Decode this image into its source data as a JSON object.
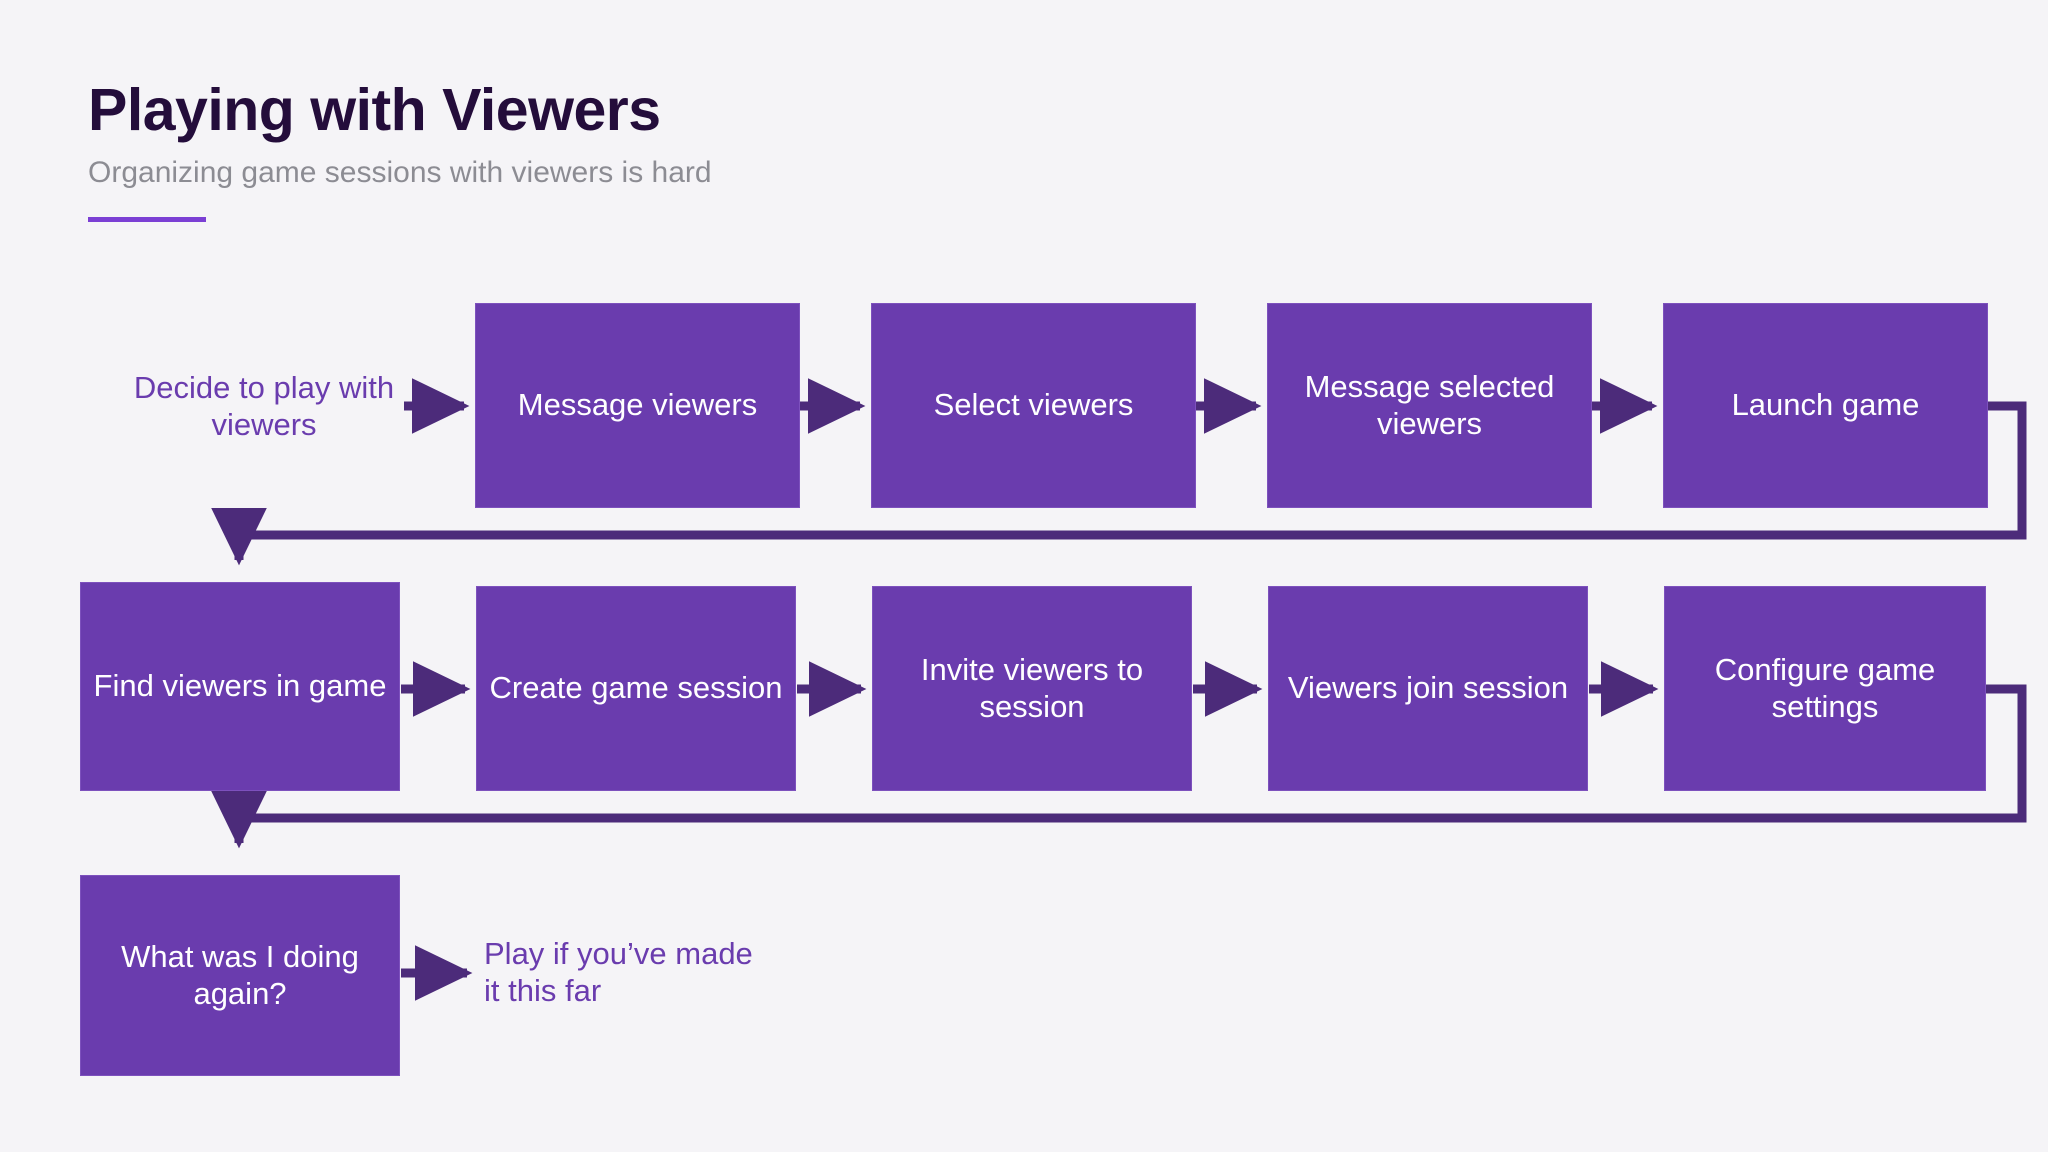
{
  "header": {
    "title": "Playing with Viewers",
    "subtitle": "Organizing game sessions with viewers is hard",
    "accent_color": "#7b3fd4",
    "title_color": "#240d3b",
    "subtitle_color": "#8c8c93"
  },
  "theme": {
    "background": "#f5f4f7",
    "node_fill": "#6a3cae",
    "node_text": "#ffffff",
    "connector": "#4c2b7a",
    "plain_text": "#6a3cae"
  },
  "diagram": {
    "type": "flowchart",
    "rows": [
      {
        "row": 1,
        "nodes": [
          {
            "id": "decide",
            "label": "Decide to play with viewers",
            "kind": "plain-text"
          },
          {
            "id": "message-viewers",
            "label": "Message viewers",
            "kind": "box"
          },
          {
            "id": "select-viewers",
            "label": "Select viewers",
            "kind": "box"
          },
          {
            "id": "message-selected-viewers",
            "label": "Message selected viewers",
            "kind": "box"
          },
          {
            "id": "launch-game",
            "label": "Launch game",
            "kind": "box"
          }
        ]
      },
      {
        "row": 2,
        "nodes": [
          {
            "id": "find-viewers-in-game",
            "label": "Find viewers in game",
            "kind": "box"
          },
          {
            "id": "create-game-session",
            "label": "Create game session",
            "kind": "box"
          },
          {
            "id": "invite-viewers-to-session",
            "label": "Invite viewers to session",
            "kind": "box"
          },
          {
            "id": "viewers-join-session",
            "label": "Viewers join session",
            "kind": "box"
          },
          {
            "id": "configure-game-settings",
            "label": "Configure game settings",
            "kind": "box"
          }
        ]
      },
      {
        "row": 3,
        "nodes": [
          {
            "id": "what-was-i-doing-again",
            "label": "What was I doing again?",
            "kind": "box"
          },
          {
            "id": "play-if-youve-made-it-this-far",
            "label": "Play if you’ve made it this far",
            "kind": "plain-text"
          }
        ]
      }
    ],
    "connections": [
      {
        "from": "decide",
        "to": "message-viewers",
        "style": "arrow-right"
      },
      {
        "from": "message-viewers",
        "to": "select-viewers",
        "style": "arrow-right"
      },
      {
        "from": "select-viewers",
        "to": "message-selected-viewers",
        "style": "arrow-right"
      },
      {
        "from": "message-selected-viewers",
        "to": "launch-game",
        "style": "arrow-right"
      },
      {
        "from": "launch-game",
        "to": "find-viewers-in-game",
        "style": "wrap-down"
      },
      {
        "from": "find-viewers-in-game",
        "to": "create-game-session",
        "style": "arrow-right"
      },
      {
        "from": "create-game-session",
        "to": "invite-viewers-to-session",
        "style": "arrow-right"
      },
      {
        "from": "invite-viewers-to-session",
        "to": "viewers-join-session",
        "style": "arrow-right"
      },
      {
        "from": "viewers-join-session",
        "to": "configure-game-settings",
        "style": "arrow-right"
      },
      {
        "from": "configure-game-settings",
        "to": "what-was-i-doing-again",
        "style": "wrap-down"
      },
      {
        "from": "what-was-i-doing-again",
        "to": "play-if-youve-made-it-this-far",
        "style": "arrow-right"
      }
    ]
  }
}
